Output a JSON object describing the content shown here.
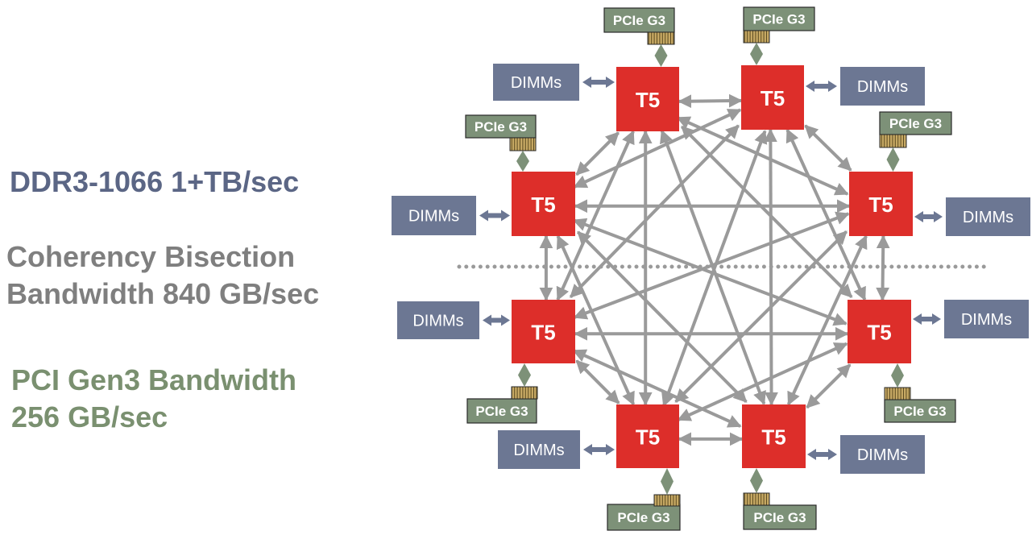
{
  "stats": {
    "memory": "DDR3-1066 1+TB/sec",
    "coherency_line1": "Coherency Bisection",
    "coherency_line2": "Bandwidth 840 GB/sec",
    "pci_line1": "PCI Gen3 Bandwidth",
    "pci_line2": "256 GB/sec"
  },
  "colors": {
    "memory": "#5b6685",
    "coherency": "#7f7f7f",
    "pci": "#7a9070",
    "node": "#dd2e2a",
    "dimm": "#6c7793",
    "pcie": "#7d9178",
    "pcie_pins": "#c7a964",
    "link": "#9a9a9a"
  },
  "diagram": {
    "node_label": "T5",
    "dimm_label": "DIMMs",
    "pcie_label": "PCIe G3",
    "nodes": [
      {
        "id": "n1",
        "label": "T5",
        "dimm_side": "left",
        "pcie_side": "top"
      },
      {
        "id": "n2",
        "label": "T5",
        "dimm_side": "right",
        "pcie_side": "top"
      },
      {
        "id": "n3",
        "label": "T5",
        "dimm_side": "left",
        "pcie_side": "top"
      },
      {
        "id": "n4",
        "label": "T5",
        "dimm_side": "right",
        "pcie_side": "top"
      },
      {
        "id": "n5",
        "label": "T5",
        "dimm_side": "left",
        "pcie_side": "bottom"
      },
      {
        "id": "n6",
        "label": "T5",
        "dimm_side": "right",
        "pcie_side": "bottom"
      },
      {
        "id": "n7",
        "label": "T5",
        "dimm_side": "left",
        "pcie_side": "bottom"
      },
      {
        "id": "n8",
        "label": "T5",
        "dimm_side": "right",
        "pcie_side": "bottom"
      }
    ],
    "topology": "fully-connected",
    "bisection_line": "dotted"
  }
}
